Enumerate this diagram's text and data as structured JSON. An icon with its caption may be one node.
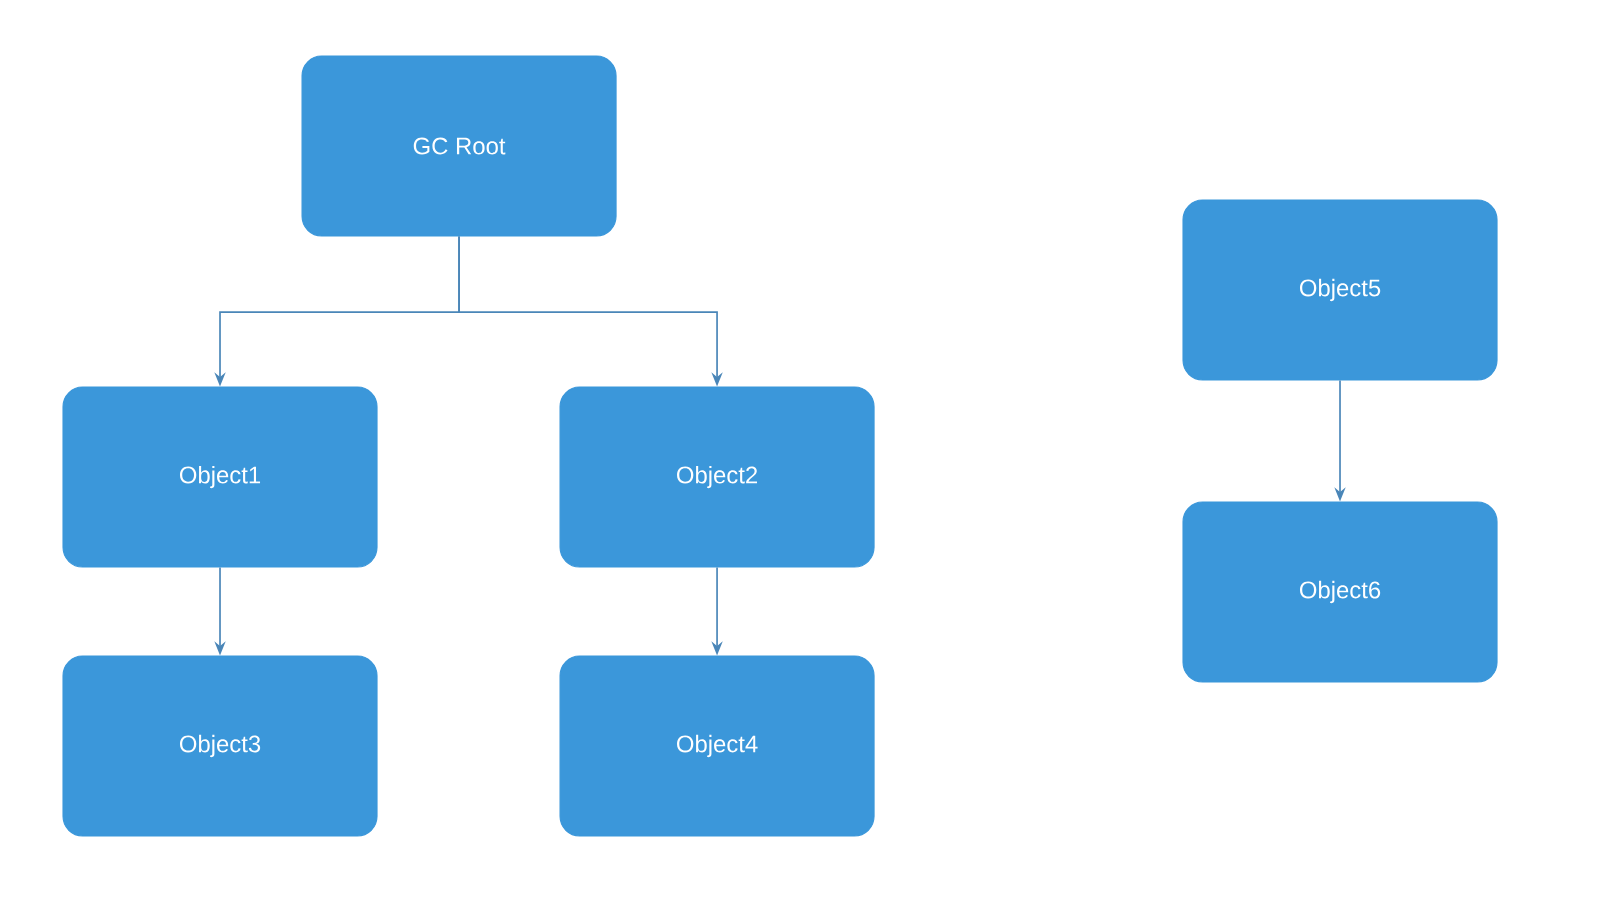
{
  "diagram": {
    "nodes": [
      {
        "text": [
          "GC Root"
        ]
      },
      {
        "text": [
          "Object1"
        ]
      },
      {
        "text": [
          "Object2"
        ]
      },
      {
        "text": [
          "Object3"
        ]
      },
      {
        "text": [
          "Object4"
        ]
      },
      {
        "text": [
          "Object5"
        ]
      },
      {
        "text": [
          "Object6"
        ]
      }
    ],
    "edges": [
      {
        "from": 0,
        "to": 1,
        "arrow": "to"
      },
      {
        "from": 0,
        "to": 2,
        "arrow": "to"
      },
      {
        "from": 1,
        "to": 3,
        "arrow": "to"
      },
      {
        "from": 2,
        "to": 4,
        "arrow": "to"
      },
      {
        "from": 5,
        "to": 6,
        "arrow": "to"
      }
    ]
  }
}
